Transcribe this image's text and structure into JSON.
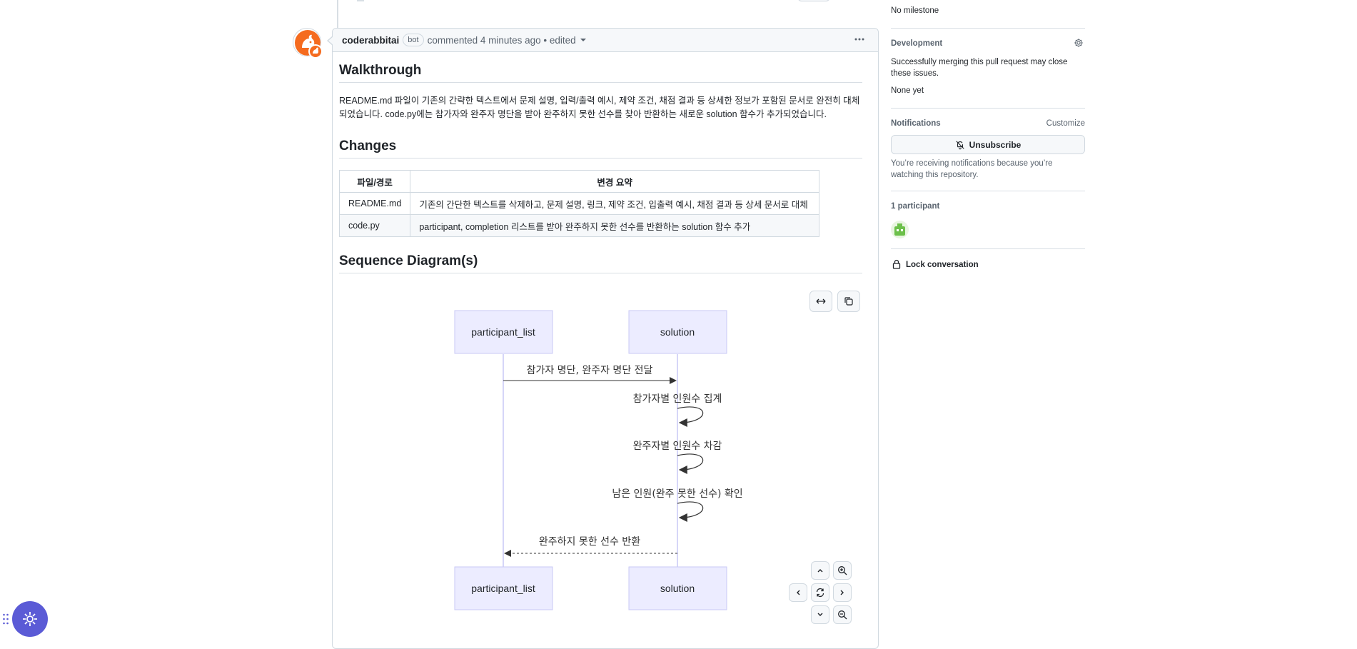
{
  "sidebar": {
    "milestone_value": "No milestone",
    "development": {
      "label": "Development",
      "description": "Successfully merging this pull request may close these issues.",
      "value": "None yet"
    },
    "notifications": {
      "label": "Notifications",
      "customize_label": "Customize",
      "unsubscribe_label": "Unsubscribe",
      "reason": "You’re receiving notifications because you’re watching this repository."
    },
    "participants": {
      "label": "1 participant"
    },
    "lock_label": "Lock conversation"
  },
  "comment": {
    "author": "coderabbitai",
    "badge": "bot",
    "meta": "commented 4 minutes ago • edited",
    "walkthrough": {
      "title": "Walkthrough",
      "text": "README.md 파일이 기존의 간략한 텍스트에서 문제 설명, 입력/출력 예시, 제약 조건, 채점 결과 등 상세한 정보가 포함된 문서로 완전히 대체되었습니다. code.py에는 참가자와 완주자 명단을 받아 완주하지 못한 선수를 찾아 반환하는 새로운 solution 함수가 추가되었습니다."
    },
    "changes": {
      "title": "Changes",
      "headers": [
        "파일/경로",
        "변경 요약"
      ],
      "rows": [
        [
          "README.md",
          "기존의 간단한 텍스트를 삭제하고, 문제 설명, 링크, 제약 조건, 입출력 예시, 채점 결과 등 상세 문서로 대체"
        ],
        [
          "code.py",
          "participant, completion 리스트를 받아 완주하지 못한 선수를 반환하는 solution 함수 추가"
        ]
      ]
    },
    "sequence": {
      "title": "Sequence Diagram(s)",
      "participants": [
        "participant_list",
        "solution"
      ],
      "messages": [
        "참가자 명단, 완주자 명단 전달",
        "참가자별 인원수 집계",
        "완주자별 인원수 차감",
        "남은 인원(완주 못한 선수) 확인",
        "완주하지 못한 선수 반환"
      ]
    }
  },
  "colors": {
    "accent_orange": "#f56b1f",
    "diagram_box": "#ececff",
    "diagram_box_border": "#c9c9f5",
    "fab": "#5b5bd6"
  },
  "icons": [
    "gear-icon",
    "bell-slash-icon",
    "lock-icon",
    "kebab-icon",
    "expand-icon",
    "copy-icon",
    "zoom-in-icon",
    "zoom-out-icon",
    "reset-icon"
  ]
}
